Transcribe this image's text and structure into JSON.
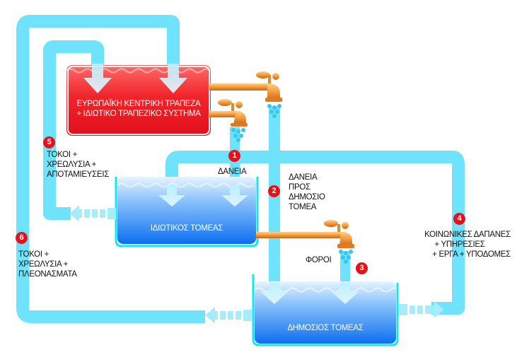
{
  "colors": {
    "pipe": "#6fe2fc",
    "central_bank_tank": "#e8141c",
    "sector_tank": "#1a7ef2",
    "tank_border": "#12e8f4",
    "faucet": "#f59b3a",
    "badge": "#e8101a"
  },
  "tanks": {
    "central_bank": {
      "label_line1": "ΕΥΡΩΠΑΪΚΗ ΚΕΝΤΡΙΚΗ ΤΡΑΠΕΖΑ",
      "label_line2": "+ ΙΔΙΩΤΙΚΟ ΤΡΑΠΕΖΙΚΟ ΣΥΣΤΗΜΑ"
    },
    "private_sector": {
      "label": "ΙΔΙΩΤΙΚΟΣ ΤΟΜΕΑΣ"
    },
    "public_sector": {
      "label": "ΔΗΜΟΣΙΟΣ ΤΟΜΕΑΣ"
    }
  },
  "flows": [
    {
      "number": "1",
      "lines": [
        "ΔΑΝΕΙΑ"
      ]
    },
    {
      "number": "2",
      "lines": [
        "ΔΑΝΕΙΑ",
        "ΠΡΟΣ",
        "ΔΗΜΟΣΙΟ",
        "ΤΟΜΕΑ"
      ]
    },
    {
      "number": "3",
      "lines": [
        "ΦΟΡΟΙ"
      ]
    },
    {
      "number": "4",
      "lines": [
        "ΚΟΙΝΩΝΙΚΕΣ ΔΑΠΑΝΕΣ",
        "+ ΥΠΗΡΕΣΙΕΣ",
        "+ ΕΡΓΑ + ΥΠΟΔΟΜΕΣ"
      ]
    },
    {
      "number": "5",
      "lines": [
        "ΤΟΚΟΙ +",
        "ΧΡΕΩΛΥΣΙΑ +",
        "ΑΠΟΤΑΜΙΕΥΣΕΙΣ"
      ]
    },
    {
      "number": "6",
      "lines": [
        "ΤΟΚΟΙ +",
        "ΧΡΕΩΛΥΣΙΑ +",
        "ΠΛΕΟΝΑΣΜΑΤΑ"
      ]
    }
  ]
}
